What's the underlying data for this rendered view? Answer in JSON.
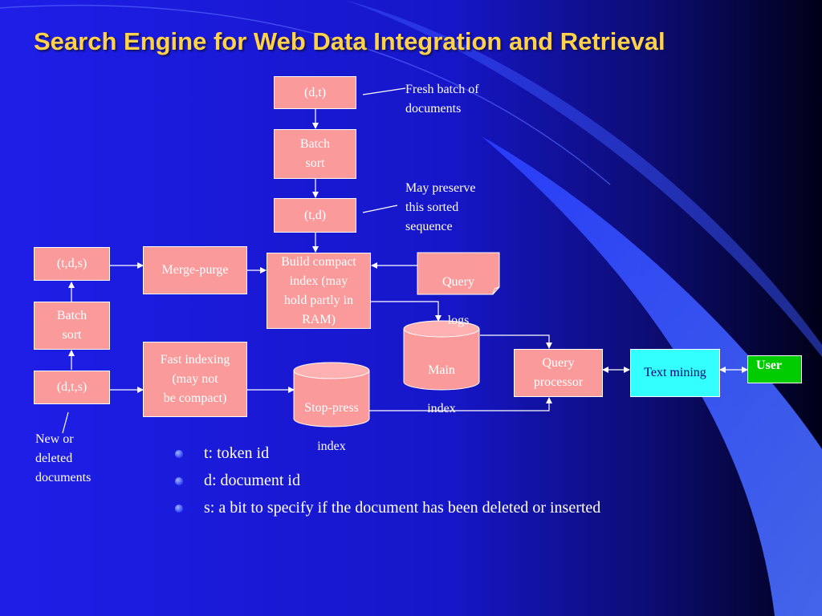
{
  "title": "Search Engine for Web Data Integration and Retrieval",
  "colors": {
    "background_start": "#1e1ee8",
    "background_end": "#000018",
    "box_fill": "#fa9a9a",
    "text_mining_fill": "#33ffff",
    "user_fill": "#00cc00",
    "title_color": "#ffd24a"
  },
  "nodes": {
    "dt": "(d,t)",
    "batch_sort_top": [
      "Batch",
      "sort"
    ],
    "td": "(t,d)",
    "tds": "(t,d,s)",
    "merge_purge": "Merge-purge",
    "build_compact": [
      "Build compact",
      "index (may",
      "hold partly in",
      "RAM)"
    ],
    "query_logs": [
      "Query",
      "logs"
    ],
    "batch_sort_left": [
      "Batch",
      "sort"
    ],
    "dts": "(d,t,s)",
    "fast_indexing": [
      "Fast indexing",
      "(may not",
      "be compact)"
    ],
    "main_index": [
      "Main",
      "index"
    ],
    "stop_press": [
      "Stop-press",
      "index"
    ],
    "query_processor": [
      "Query",
      "processor"
    ],
    "text_mining": "Text mining",
    "user": "User"
  },
  "notes": {
    "fresh_batch": "Fresh batch of\ndocuments",
    "may_preserve": "May preserve\nthis sorted\nsequence",
    "new_or_deleted": "New or\ndeleted\ndocuments"
  },
  "legend": [
    "t: token id",
    "d: document id",
    "s: a bit to specify if the document has been deleted or inserted"
  ]
}
